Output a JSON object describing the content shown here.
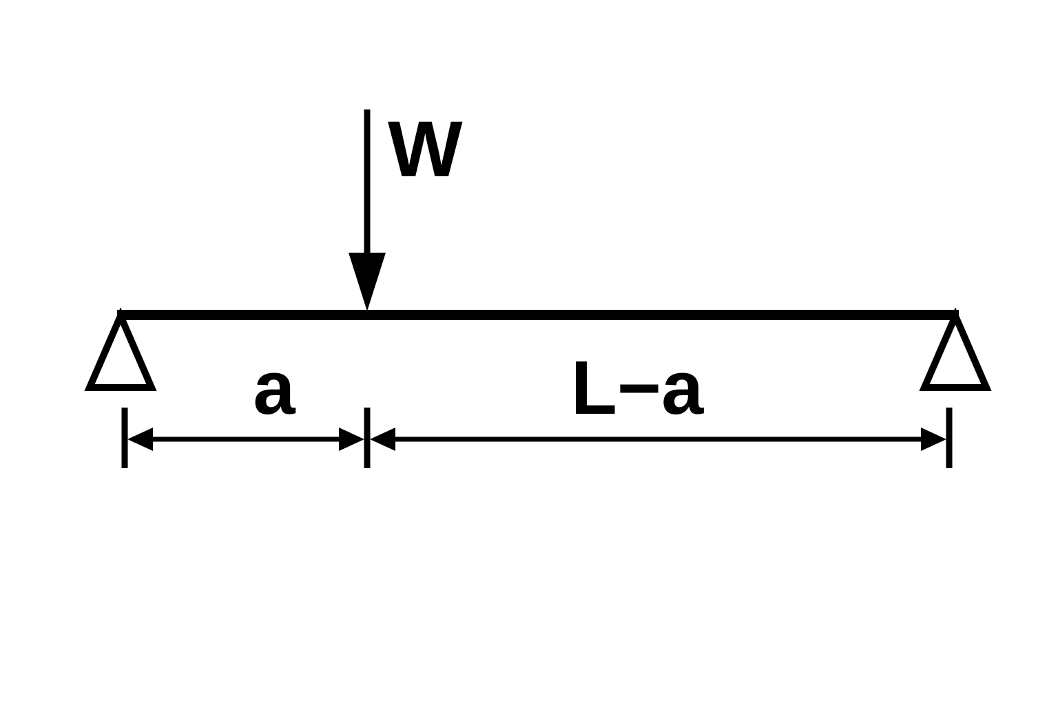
{
  "diagram": {
    "kind": "simply-supported-beam-with-point-load",
    "load_label": "W",
    "left_span_label": "a",
    "right_span_label": "L−a",
    "colors": {
      "line": "#000000",
      "background": "#ffffff",
      "support_fill": "#ffffff"
    }
  }
}
